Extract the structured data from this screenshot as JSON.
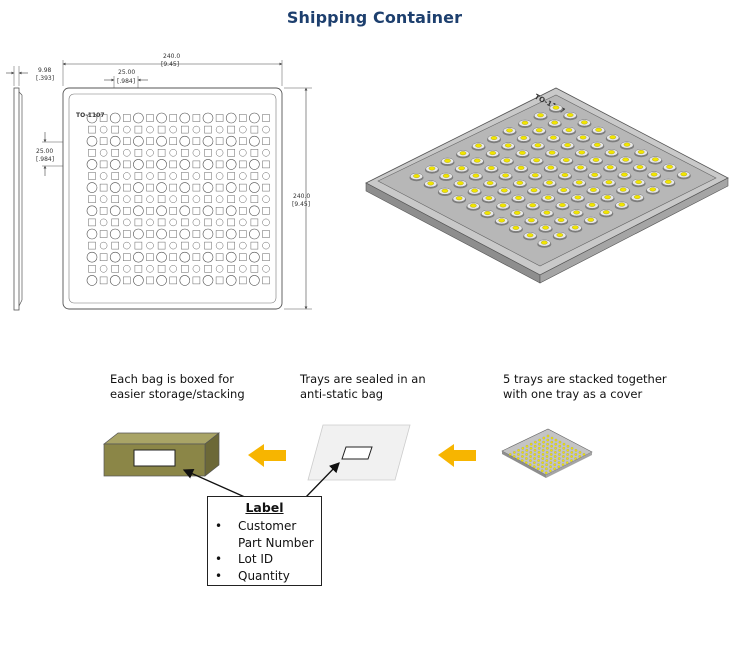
{
  "title": "Shipping Container",
  "drawing": {
    "part_id": "TO-1107",
    "dim_width": "240.0",
    "dim_width_in": "[9.45]",
    "dim_height": "240.0",
    "dim_height_in": "[9.45]",
    "dim_pitch_x": "25.00",
    "dim_pitch_x_in": "[.984]",
    "dim_pitch_y": "25.00",
    "dim_pitch_y_in": "[.984]",
    "dim_thickness": "9.98",
    "dim_thickness_in": "[.393]"
  },
  "iso_part_id": "TO-1107",
  "steps": [
    {
      "caption": "Each bag is boxed for\neasier storage/stacking"
    },
    {
      "caption": "Trays are sealed in an\nanti-static bag"
    },
    {
      "caption": "5 trays are stacked together\nwith one tray as a cover"
    }
  ],
  "label": {
    "title": "Label",
    "items": [
      {
        "bullet": "•",
        "text": "Customer\nPart Number"
      },
      {
        "bullet": "•",
        "text": "Lot ID"
      },
      {
        "bullet": "•",
        "text": "Quantity"
      }
    ]
  },
  "colors": {
    "title": "#1d3f6e",
    "arrow": "#f7b500",
    "box_front": "#8b8647",
    "box_top": "#a9a466",
    "box_side": "#6c6837",
    "tray": "#b9b9b9",
    "led": "#f2e600"
  },
  "icons": {
    "flow_arrow": "left-arrow-icon"
  }
}
